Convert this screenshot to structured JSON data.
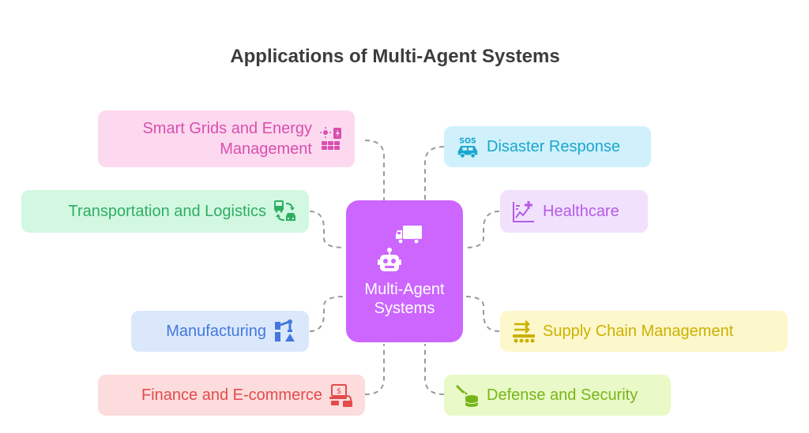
{
  "title": "Applications of Multi-Agent Systems",
  "center": {
    "label": "Multi-Agent Systems",
    "icons": [
      "truck-icon",
      "robot-icon"
    ]
  },
  "nodes": [
    {
      "id": "smart-grids",
      "label": "Smart Grids and Energy Management",
      "icon": "solar-energy-icon",
      "bg": "#fcd9ef",
      "color": "#d94fae"
    },
    {
      "id": "transportation",
      "label": "Transportation and Logistics",
      "icon": "bus-car-exchange-icon",
      "bg": "#d2f8e2",
      "color": "#2fae62"
    },
    {
      "id": "manufacturing",
      "label": "Manufacturing",
      "icon": "robot-arm-icon",
      "bg": "#dbe8fc",
      "color": "#4477dd"
    },
    {
      "id": "finance",
      "label": "Finance and E-commerce",
      "icon": "laptop-money-lock-icon",
      "bg": "#fcdcdc",
      "color": "#e14b4b"
    },
    {
      "id": "disaster",
      "label": "Disaster Response",
      "icon": "sos-car-icon",
      "bg": "#d0f1fb",
      "color": "#1aa6cf"
    },
    {
      "id": "healthcare",
      "label": "Healthcare",
      "icon": "health-chart-icon",
      "bg": "#f1e1fd",
      "color": "#b65be6"
    },
    {
      "id": "supply-chain",
      "label": "Supply Chain Management",
      "icon": "conveyor-icon",
      "bg": "#fdf7cc",
      "color": "#cbb100"
    },
    {
      "id": "defense",
      "label": "Defense and Security",
      "icon": "missile-stack-icon",
      "bg": "#e9f9c7",
      "color": "#78b51a"
    }
  ],
  "colors": {
    "center": "#cc66ff",
    "connector": "#9a9a9a",
    "title": "#3c3c3c"
  }
}
